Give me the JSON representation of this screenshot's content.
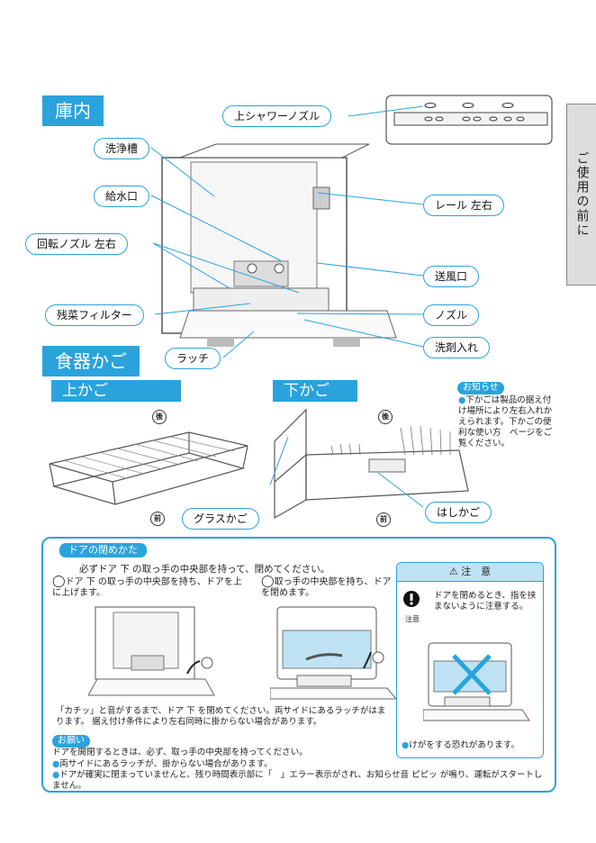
{
  "sections": {
    "interior": "庫内",
    "dishbasket": "食器かご"
  },
  "baskets": {
    "upper": "上かご",
    "lower": "下かご"
  },
  "side_tab": "ご使用の前に",
  "labels": {
    "upper_shower": "上シャワーノズル",
    "wash_tank": "洗浄槽",
    "water_inlet": "給水口",
    "rail": "レール 左右",
    "rotating_nozzle": "回転ノズル 左右",
    "air_vent": "送風口",
    "filter": "残菜フィルター",
    "nozzle": "ノズル",
    "latch": "ラッチ",
    "detergent": "洗剤入れ",
    "glass_basket": "グラスかご",
    "chopstick_basket": "はしかご"
  },
  "markers": {
    "back": "後",
    "front": "前"
  },
  "notice": {
    "tag": "お知らせ",
    "text": "下かごは製品の据え付け場所により左右入れかえられます。下かごの便利な使い方　ページをご覧ください。"
  },
  "door": {
    "title": "ドアの閉めかた",
    "intro": "必ずドア 下 の取っ手の中央部を持って、閉めてください。",
    "step1": "ドア 下 の取っ手の中央部を持ち、ドアを上に上げます。",
    "step2": "取っ手の中央部を持ち、ドアを閉めます。",
    "click": "「カチッ」と音がするまで、ドア 下 を閉めてください。両サイドにあるラッチがはまります。 据え付け条件により左右同時に掛からない場合があります。",
    "request_tag": "お願い",
    "request": "ドアを開閉するときは、必ず、取っ手の中央部を持ってください。",
    "bullet1": "両サイドにあるラッチが、掛からない場合があります。",
    "bullet2": "ドアが確実に閉まっていませんと、残り時間表示部に「　」エラー表示がされ、お知らせ音 ピピッ が鳴り、運転がスタートしません。"
  },
  "caution": {
    "title": "注　意",
    "icon_label": "注意",
    "text": "ドアを閉めるとき、指を挟まないように注意する。",
    "bullet": "けがをする恐れがあります。"
  }
}
